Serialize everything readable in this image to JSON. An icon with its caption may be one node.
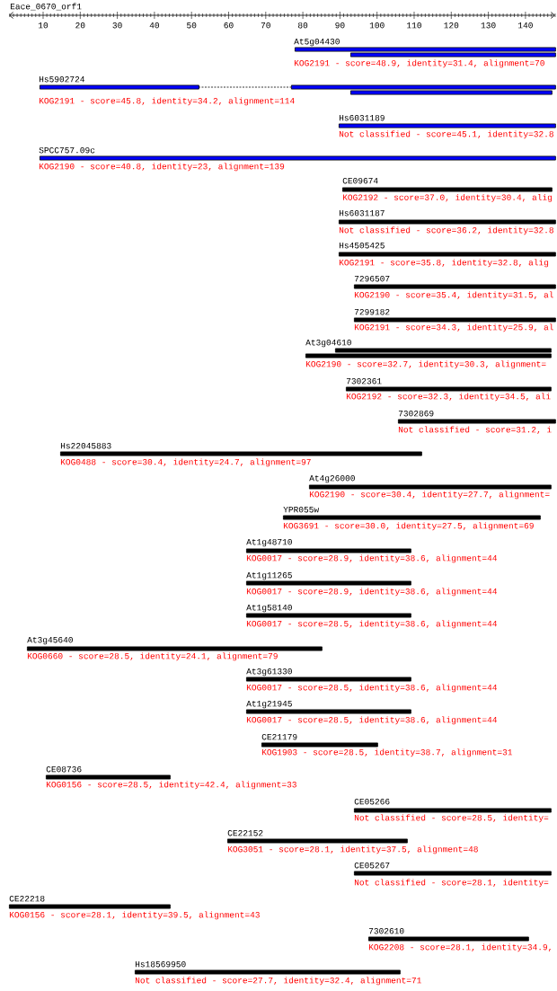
{
  "diagram": {
    "title": "Eace_0670_orf1",
    "nodes": [
      {
        "text": [
          "At5g04430"
        ],
        "beside": [
          "KOG2191 - score=48.9, identity=31.4, alignment=70"
        ]
      },
      {
        "text": [
          "Hs5902724"
        ],
        "beside": [
          "KOG2191 - score=45.8, identity=34.2, alignment=114"
        ]
      },
      {
        "text": [
          "Hs6031189"
        ],
        "beside": [
          "Not classified - score=45.1, identity=32.8"
        ]
      },
      {
        "text": [
          "SPCC757.09c"
        ],
        "beside": [
          "KOG2190 - score=40.8, identity=23, alignment=139"
        ]
      },
      {
        "text": [
          "CE09674"
        ],
        "beside": [
          "KOG2192 - score=37.0, identity=30.4, alig"
        ]
      },
      {
        "text": [
          "Hs6031187"
        ],
        "beside": [
          "Not classified - score=36.2, identity=32.8"
        ]
      },
      {
        "text": [
          "Hs4505425"
        ],
        "beside": [
          "KOG2191 - score=35.8, identity=32.8, alig"
        ]
      },
      {
        "text": [
          "7296507"
        ],
        "beside": [
          "KOG2190 - score=35.4, identity=31.5, al"
        ]
      },
      {
        "text": [
          "7299182"
        ],
        "beside": [
          "KOG2191 - score=34.3, identity=25.9, al"
        ]
      },
      {
        "text": [
          "At3g04610"
        ],
        "beside": [
          "KOG2190 - score=32.7, identity=30.3, alignment="
        ]
      },
      {
        "text": [
          "7302361"
        ],
        "beside": [
          "KOG2192 - score=32.3, identity=34.5, ali"
        ]
      },
      {
        "text": [
          "7302869"
        ],
        "beside": [
          "Not classified - score=31.2, i"
        ]
      },
      {
        "text": [
          "Hs22045883"
        ],
        "beside": [
          "KOG0488 - score=30.4, identity=24.7, alignment=97"
        ]
      },
      {
        "text": [
          "At4g26000"
        ],
        "beside": [
          "KOG2190 - score=30.4, identity=27.7, alignment="
        ]
      },
      {
        "text": [
          "YPR055w"
        ],
        "beside": [
          "KOG3691 - score=30.0, identity=27.5, alignment=69"
        ]
      },
      {
        "text": [
          "At1g48710"
        ],
        "beside": [
          "KOG0017 - score=28.9, identity=38.6, alignment=44"
        ]
      },
      {
        "text": [
          "At1g11265"
        ],
        "beside": [
          "KOG0017 - score=28.9, identity=38.6, alignment=44"
        ]
      },
      {
        "text": [
          "At1g58140"
        ],
        "beside": [
          "KOG0017 - score=28.5, identity=38.6, alignment=44"
        ]
      },
      {
        "text": [
          "At3g45640"
        ],
        "beside": [
          "KOG0660 - score=28.5, identity=24.1, alignment=79"
        ]
      },
      {
        "text": [
          "At3g61330"
        ],
        "beside": [
          "KOG0017 - score=28.5, identity=38.6, alignment=44"
        ]
      },
      {
        "text": [
          "At1g21945"
        ],
        "beside": [
          "KOG0017 - score=28.5, identity=38.6, alignment=44"
        ]
      },
      {
        "text": [
          "CE21179"
        ],
        "beside": [
          "KOG1903 - score=28.5, identity=38.7, alignment=31"
        ]
      },
      {
        "text": [
          "CE08736"
        ],
        "beside": [
          "KOG0156 - score=28.5, identity=42.4, alignment=33"
        ]
      },
      {
        "text": [
          "CE05266"
        ],
        "beside": [
          "Not classified - score=28.5, identity="
        ]
      },
      {
        "text": [
          "CE22152"
        ],
        "beside": [
          "KOG3051 - score=28.1, identity=37.5, alignment=48"
        ]
      },
      {
        "text": [
          "CE05267"
        ],
        "beside": [
          "Not classified - score=28.1, identity="
        ]
      },
      {
        "text": [
          "CE22218"
        ],
        "beside": [
          "KOG0156 - score=28.1, identity=39.5, alignment=43"
        ]
      },
      {
        "text": [
          "7302610"
        ],
        "beside": [
          "KOG2208 - score=28.1, identity=34.9,"
        ]
      },
      {
        "text": [
          "Hs18569950"
        ],
        "beside": [
          "Not classified - score=27.7, identity=32.4, alignment=71"
        ]
      }
    ],
    "labels": [
      "10",
      "20",
      "30",
      "40",
      "50",
      "60",
      "70",
      "80",
      "90",
      "100",
      "110",
      "120",
      "130",
      "140"
    ]
  }
}
